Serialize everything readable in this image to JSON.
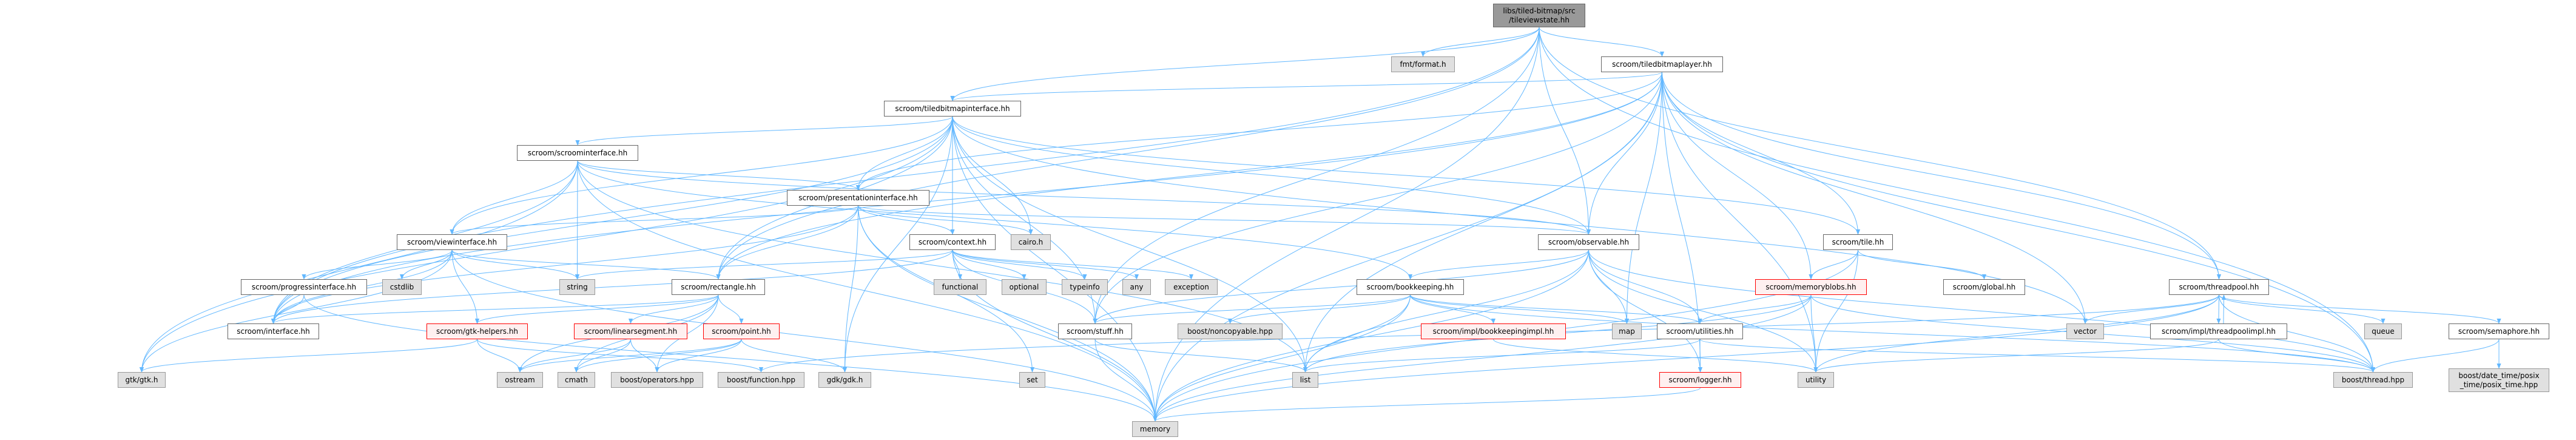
{
  "colors": {
    "edge": "#63b8ff",
    "root_fill": "#999999",
    "external_fill": "#e0e0e0",
    "truncated_border": "#ff0000"
  },
  "nodes": {
    "root": "libs/tiled-bitmap/src\n/tileviewstate.hh",
    "fmt": "fmt/format.h",
    "tbl": "scroom/tiledbitmaplayer.hh",
    "tbi": "scroom/tiledbitmapinterface.hh",
    "scroomi": "scroom/scroominterface.hh",
    "presi": "scroom/presentationinterface.hh",
    "viewi": "scroom/viewinterface.hh",
    "context": "scroom/context.hh",
    "cairo": "cairo.h",
    "observable": "scroom/observable.hh",
    "tile": "scroom/tile.hh",
    "progressi": "scroom/progressinterface.hh",
    "cstdlib": "cstdlib",
    "string": "string",
    "rectangle": "scroom/rectangle.hh",
    "functional": "functional",
    "optional": "optional",
    "typeinfo": "typeinfo",
    "any": "any",
    "exception": "exception",
    "bookkeeping": "scroom/bookkeeping.hh",
    "memoryblobs": "scroom/memoryblobs.hh",
    "global": "scroom/global.hh",
    "threadpool": "scroom/threadpool.hh",
    "interface": "scroom/interface.hh",
    "gtkhelpers": "scroom/gtk-helpers.hh",
    "linearsegment": "scroom/linearsegment.hh",
    "point": "scroom/point.hh",
    "stuff": "scroom/stuff.hh",
    "noncopyable": "boost/noncopyable.hpp",
    "bookkeepingimpl": "scroom/impl/bookkeepingimpl.hh",
    "map": "map",
    "utilities": "scroom/utilities.hh",
    "vector": "vector",
    "threadpoolimpl": "scroom/impl/threadpoolimpl.hh",
    "queue": "queue",
    "semaphore": "scroom/semaphore.hh",
    "gtk": "gtk/gtk.h",
    "ostream": "ostream",
    "cmath": "cmath",
    "operators": "boost/operators.hpp",
    "function": "boost/function.hpp",
    "gdk": "gdk/gdk.h",
    "set": "set",
    "list": "list",
    "logger": "scroom/logger.hh",
    "utility": "utility",
    "thread": "boost/thread.hpp",
    "posix": "boost/date_time/posix\n_time/posix_time.hpp",
    "memory": "memory"
  },
  "edges": [
    [
      "root",
      "fmt"
    ],
    [
      "root",
      "tbl"
    ],
    [
      "root",
      "tbi"
    ],
    [
      "root",
      "observable"
    ],
    [
      "root",
      "memory"
    ],
    [
      "root",
      "rectangle"
    ],
    [
      "root",
      "stuff"
    ],
    [
      "root",
      "threadpool"
    ],
    [
      "root",
      "thread"
    ],
    [
      "root",
      "interface"
    ],
    [
      "tbl",
      "tbi"
    ],
    [
      "tbl",
      "presi"
    ],
    [
      "tbl",
      "observable"
    ],
    [
      "tbl",
      "tile"
    ],
    [
      "tbl",
      "memoryblobs"
    ],
    [
      "tbl",
      "threadpool"
    ],
    [
      "tbl",
      "map"
    ],
    [
      "tbl",
      "list"
    ],
    [
      "tbl",
      "vector"
    ],
    [
      "tbl",
      "memory"
    ],
    [
      "tbl",
      "thread"
    ],
    [
      "tbl",
      "logger"
    ],
    [
      "tbl",
      "stuff"
    ],
    [
      "tbl",
      "rectangle"
    ],
    [
      "tbl",
      "interface"
    ],
    [
      "tbl",
      "utility"
    ],
    [
      "tbi",
      "scroomi"
    ],
    [
      "tbi",
      "presi"
    ],
    [
      "tbi",
      "context"
    ],
    [
      "tbi",
      "rectangle"
    ],
    [
      "tbi",
      "cairo"
    ],
    [
      "tbi",
      "gdk"
    ],
    [
      "tbi",
      "viewi"
    ],
    [
      "tbi",
      "interface"
    ],
    [
      "tbi",
      "gtk"
    ],
    [
      "tbi",
      "observable"
    ],
    [
      "tbi",
      "stuff"
    ],
    [
      "tbi",
      "tile"
    ],
    [
      "tbi",
      "vector"
    ],
    [
      "tbi",
      "memory"
    ],
    [
      "tbi",
      "list"
    ],
    [
      "scroomi",
      "presi"
    ],
    [
      "scroomi",
      "viewi"
    ],
    [
      "scroomi",
      "bookkeeping"
    ],
    [
      "scroomi",
      "interface"
    ],
    [
      "scroomi",
      "gtk"
    ],
    [
      "scroomi",
      "string"
    ],
    [
      "scroomi",
      "memory"
    ],
    [
      "scroomi",
      "observable"
    ],
    [
      "scroomi",
      "list"
    ],
    [
      "presi",
      "context"
    ],
    [
      "presi",
      "cairo"
    ],
    [
      "presi",
      "rectangle"
    ],
    [
      "presi",
      "gdk"
    ],
    [
      "presi",
      "memory"
    ],
    [
      "presi",
      "set"
    ],
    [
      "presi",
      "observable"
    ],
    [
      "presi",
      "viewi"
    ],
    [
      "presi",
      "interface"
    ],
    [
      "viewi",
      "progressi"
    ],
    [
      "viewi",
      "cstdlib"
    ],
    [
      "viewi",
      "string"
    ],
    [
      "viewi",
      "gtkhelpers"
    ],
    [
      "viewi",
      "interface"
    ],
    [
      "viewi",
      "rectangle"
    ],
    [
      "viewi",
      "gtk"
    ],
    [
      "viewi",
      "memory"
    ],
    [
      "progressi",
      "interface"
    ],
    [
      "progressi",
      "memory"
    ],
    [
      "context",
      "functional"
    ],
    [
      "context",
      "optional"
    ],
    [
      "context",
      "typeinfo"
    ],
    [
      "context",
      "any"
    ],
    [
      "context",
      "exception"
    ],
    [
      "context",
      "string"
    ],
    [
      "context",
      "memory"
    ],
    [
      "context",
      "interface"
    ],
    [
      "context",
      "stuff"
    ],
    [
      "rectangle",
      "linearsegment"
    ],
    [
      "rectangle",
      "point"
    ],
    [
      "rectangle",
      "operators"
    ],
    [
      "rectangle",
      "gtkhelpers"
    ],
    [
      "rectangle",
      "interface"
    ],
    [
      "rectangle",
      "ostream"
    ],
    [
      "rectangle",
      "cmath"
    ],
    [
      "gtkhelpers",
      "gtk"
    ],
    [
      "gtkhelpers",
      "ostream"
    ],
    [
      "gtkhelpers",
      "function"
    ],
    [
      "linearsegment",
      "ostream"
    ],
    [
      "linearsegment",
      "cmath"
    ],
    [
      "linearsegment",
      "operators"
    ],
    [
      "point",
      "operators"
    ],
    [
      "point",
      "gdk"
    ],
    [
      "point",
      "ostream"
    ],
    [
      "point",
      "cmath"
    ],
    [
      "stuff",
      "memory"
    ],
    [
      "stuff",
      "list"
    ],
    [
      "observable",
      "bookkeeping"
    ],
    [
      "observable",
      "map"
    ],
    [
      "observable",
      "utilities"
    ],
    [
      "observable",
      "utility"
    ],
    [
      "observable",
      "list"
    ],
    [
      "observable",
      "memory"
    ],
    [
      "observable",
      "stuff"
    ],
    [
      "observable",
      "thread"
    ],
    [
      "observable",
      "logger"
    ],
    [
      "bookkeeping",
      "noncopyable"
    ],
    [
      "bookkeeping",
      "bookkeepingimpl"
    ],
    [
      "bookkeeping",
      "map"
    ],
    [
      "bookkeeping",
      "utilities"
    ],
    [
      "bookkeeping",
      "list"
    ],
    [
      "bookkeeping",
      "stuff"
    ],
    [
      "bookkeeping",
      "memory"
    ],
    [
      "bookkeeping",
      "thread"
    ],
    [
      "bookkeepingimpl",
      "utility"
    ],
    [
      "utilities",
      "logger"
    ],
    [
      "utilities",
      "list"
    ],
    [
      "utilities",
      "thread"
    ],
    [
      "logger",
      "memory"
    ],
    [
      "tile",
      "memoryblobs"
    ],
    [
      "tile",
      "global"
    ],
    [
      "tile",
      "utility"
    ],
    [
      "tile",
      "memory"
    ],
    [
      "memoryblobs",
      "utilities"
    ],
    [
      "memoryblobs",
      "utility"
    ],
    [
      "memoryblobs",
      "list"
    ],
    [
      "memoryblobs",
      "thread"
    ],
    [
      "memoryblobs",
      "memory"
    ],
    [
      "threadpool",
      "vector"
    ],
    [
      "threadpool",
      "threadpoolimpl"
    ],
    [
      "threadpool",
      "queue"
    ],
    [
      "threadpool",
      "semaphore"
    ],
    [
      "threadpool",
      "thread"
    ],
    [
      "threadpool",
      "memory"
    ],
    [
      "threadpool",
      "function"
    ],
    [
      "threadpool",
      "utility"
    ],
    [
      "threadpoolimpl",
      "threadpool"
    ],
    [
      "threadpoolimpl",
      "thread"
    ],
    [
      "threadpoolimpl",
      "utility"
    ],
    [
      "semaphore",
      "thread"
    ],
    [
      "semaphore",
      "posix"
    ]
  ]
}
